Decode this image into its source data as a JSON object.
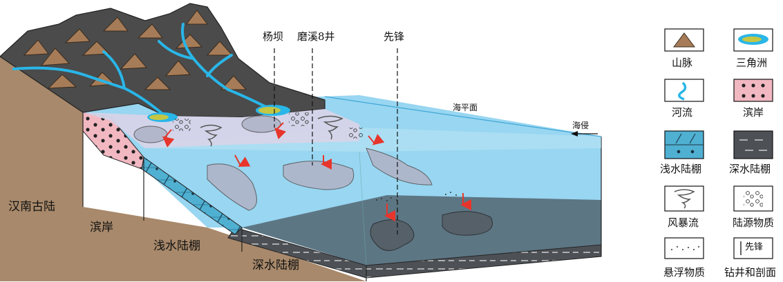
{
  "wells": [
    {
      "name": "杨坝"
    },
    {
      "name": "磨溪8井"
    },
    {
      "name": "先锋"
    }
  ],
  "annotations": {
    "sea_level": "海平面",
    "transgression": "海侵"
  },
  "zones": [
    {
      "label": "汉南古陆"
    },
    {
      "label": "滨岸"
    },
    {
      "label": "浅水陆棚"
    },
    {
      "label": "深水陆棚"
    }
  ],
  "legend": [
    {
      "icon": "mountain-icon",
      "label": "山脉"
    },
    {
      "icon": "delta-icon",
      "label": "三角洲"
    },
    {
      "icon": "river-icon",
      "label": "河流"
    },
    {
      "icon": "shore-icon",
      "label": "滨岸"
    },
    {
      "icon": "shallow-shelf-icon",
      "label": "浅水陆棚"
    },
    {
      "icon": "deep-shelf-icon",
      "label": "深水陆棚"
    },
    {
      "icon": "storm-flow-icon",
      "label": "风暴流"
    },
    {
      "icon": "terrigenous-icon",
      "label": "陆源物质"
    },
    {
      "icon": "suspended-icon",
      "label": "悬浮物质"
    },
    {
      "icon": "well-section-icon",
      "label": "钻井和剖面",
      "sample": "先锋"
    }
  ],
  "colors": {
    "mountain": "#4a4a4a",
    "peak": "#a57a57",
    "land": "#a8896b",
    "river": "#29b6e8",
    "sea": "#8fd3f0",
    "shore": "#f2b8c2",
    "shallow": "#5fb8d6",
    "deep": "#4f5357",
    "lagoon": "#cfcfe6"
  }
}
